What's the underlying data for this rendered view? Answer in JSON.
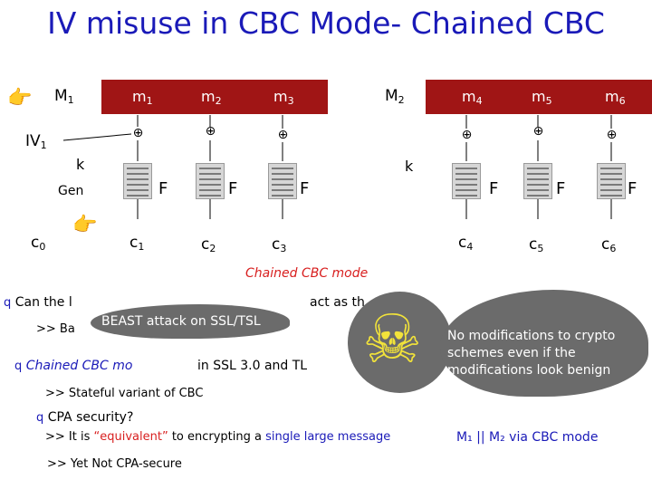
{
  "title": "IV misuse in CBC Mode- Chained CBC",
  "diagram": {
    "M1": "M",
    "M1_sub": "1",
    "M2": "M",
    "M2_sub": "2",
    "IV1": "IV",
    "IV1_sub": "1",
    "k_left": "k",
    "k_right": "k",
    "gen": "Gen",
    "messages": [
      {
        "base": "m",
        "sub": "1"
      },
      {
        "base": "m",
        "sub": "2"
      },
      {
        "base": "m",
        "sub": "3"
      },
      {
        "base": "m",
        "sub": "4"
      },
      {
        "base": "m",
        "sub": "5"
      },
      {
        "base": "m",
        "sub": "6"
      }
    ],
    "ciphertexts": [
      {
        "base": "c",
        "sub": "0"
      },
      {
        "base": "c",
        "sub": "1"
      },
      {
        "base": "c",
        "sub": "2"
      },
      {
        "base": "c",
        "sub": "3"
      },
      {
        "base": "c",
        "sub": "4"
      },
      {
        "base": "c",
        "sub": "5"
      },
      {
        "base": "c",
        "sub": "6"
      }
    ],
    "F_label": "F",
    "xor_symbol": "⊕",
    "caption": "Chained CBC mode"
  },
  "bullets": {
    "q1_start": "Can the l",
    "q1_end": "act as th",
    "beast": "BEAST attack on SSL/TSL",
    "arrow_ba": ">> Ba",
    "q2_part1": "Chained CBC mo",
    "q2_part2": "in SSL 3.0 and TL",
    "stateful": ">> Stateful variant of CBC",
    "cpa_q": "CPA security?",
    "equiv_pre": ">> It is ",
    "equiv_quote": "“equivalent”",
    "equiv_mid": " to encrypting a ",
    "equiv_large": "single large message",
    "concat": "M₁ || M₂ via CBC mode",
    "not_cpa": ">> Yet Not CPA-secure",
    "warning": "No modifications to crypto schemes even if the modifications look benign",
    "bullet_glyph": "q"
  },
  "colors": {
    "title": "#1a1ab8",
    "message_box": "#a01515",
    "red_text": "#d81f1f",
    "warning_cloud": "#6b6b6b"
  }
}
